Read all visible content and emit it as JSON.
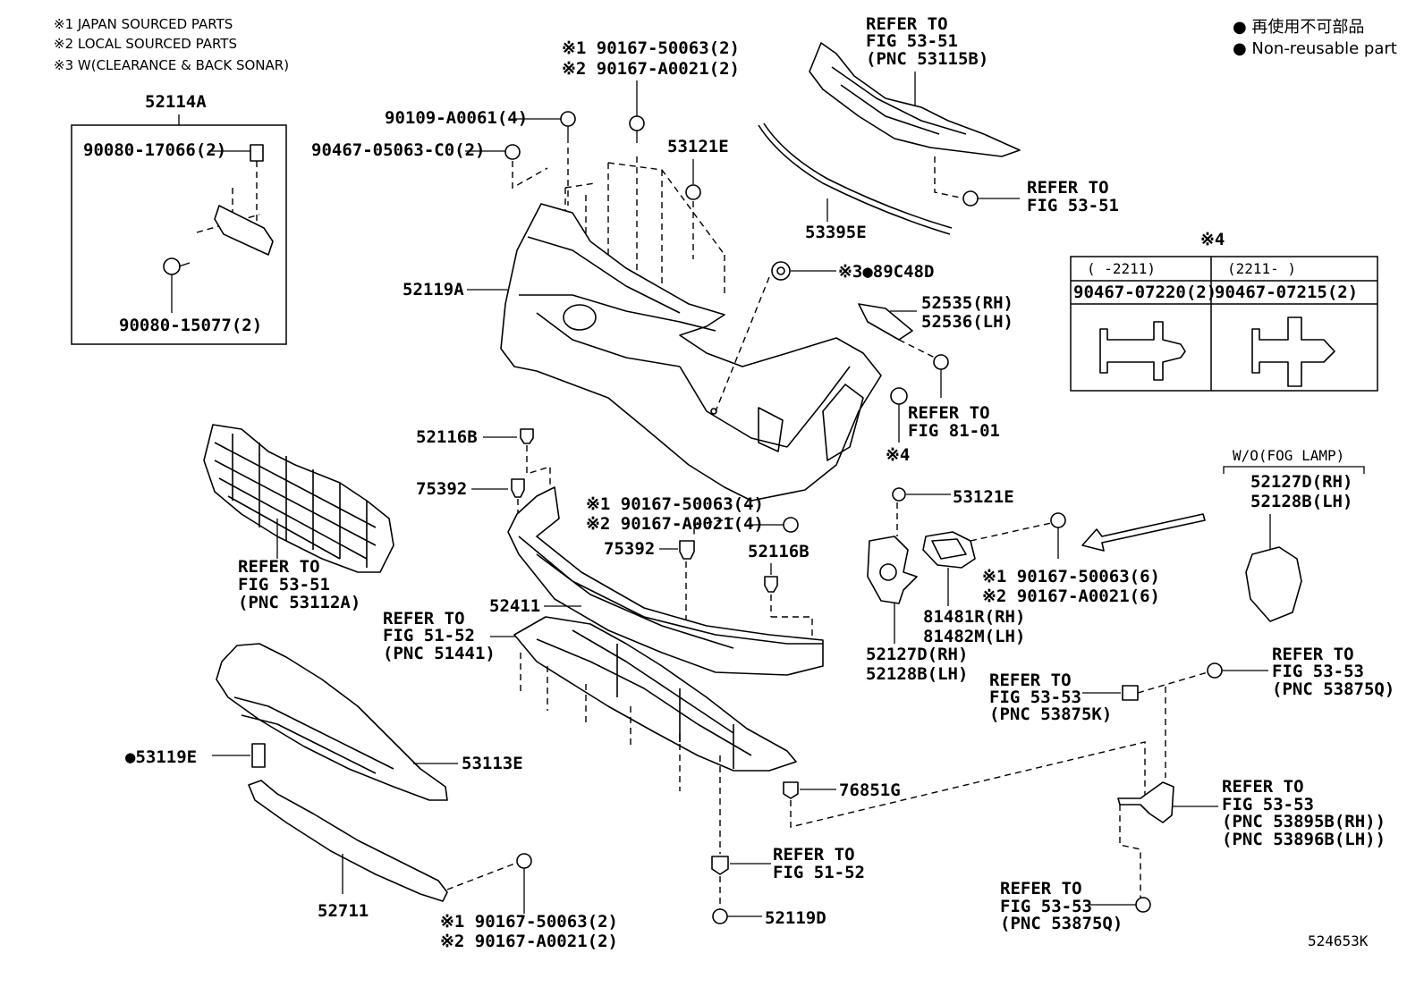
{
  "notes": {
    "japan": "※1 JAPAN SOURCED PARTS",
    "local": "※2 LOCAL SOURCED PARTS",
    "w": "※3 W(CLEARANCE & BACK SONAR)"
  },
  "legend": {
    "jp": "● 再使用不可部品",
    "en": "● Non-reusable part"
  },
  "inset_bracket": {
    "title": "52114A",
    "clip": "90080-17066(2)",
    "bolt": "90080-15077(2)"
  },
  "table4": {
    "mark": "※4",
    "col1_head": "(      -2211)",
    "col2_head": "(2211-      )",
    "col1_part": "90467-07220(2)",
    "col2_part": "90467-07215(2)"
  },
  "labels": {
    "l_90109": "90109-A0061(4)",
    "l_90467_05063": "90467-05063-C0(2)",
    "l_top1": "※1 90167-50063(2)",
    "l_top2": "※2 90167-A0021(2)",
    "l_53121E_top": "53121E",
    "l_52119A": "52119A",
    "l_ref5351_a": "REFER TO",
    "l_ref5351_b": "FIG 53-51",
    "l_ref5351_c": "(PNC 53115B)",
    "l_53395E": "53395E",
    "l_ref5351b_a": "REFER TO",
    "l_ref5351b_b": "FIG 53-51",
    "l_89C48D": "※3●89C48D",
    "l_52535": "52535(RH)",
    "l_52536": "52536(LH)",
    "l_ref8101_a": "REFER TO",
    "l_ref8101_b": "FIG 81-01",
    "l_x4": "※4",
    "l_52116B_a": "52116B",
    "l_75392_a": "75392",
    "l_mid1": "※1 90167-50063(4)",
    "l_mid2": "※2 90167-A0021(4)",
    "l_75392_b": "75392",
    "l_52116B_b": "52116B",
    "l_grille_a": "REFER TO",
    "l_grille_b": "FIG 53-51",
    "l_grille_c": "(PNC 53112A)",
    "l_52411": "52411",
    "l_ref5152_a": "REFER TO",
    "l_ref5152_b": "FIG 51-52",
    "l_ref5152_c": "(PNC 51441)",
    "l_53121E_mid": "53121E",
    "l_right1": "※1 90167-50063(6)",
    "l_right2": "※2 90167-A0021(6)",
    "l_81481R": "81481R(RH)",
    "l_81482M": "81482M(LH)",
    "l_52127D_a": "52127D(RH)",
    "l_52128B_a": "52128B(LH)",
    "l_wo_fog": "W/O(FOG LAMP)",
    "l_52127D_b": "52127D(RH)",
    "l_52128B_b": "52128B(LH)",
    "l_53119E": "●53119E",
    "l_53113E": "53113E",
    "l_76851G": "76851G",
    "l_ref5353k_a": "REFER TO",
    "l_ref5353k_b": "FIG 53-53",
    "l_ref5353k_c": "(PNC 53875K)",
    "l_ref5353q_a": "REFER TO",
    "l_ref5353q_b": "FIG 53-53",
    "l_ref5353q_c": "(PNC 53875Q)",
    "l_ref5353b_a": "REFER TO",
    "l_ref5353b_b": "FIG 53-53",
    "l_ref5353b_c": "(PNC 53895B(RH))",
    "l_ref5353b_d": "(PNC 53896B(LH))",
    "l_ref5152b_a": "REFER TO",
    "l_ref5152b_b": "FIG 51-52",
    "l_52119D": "52119D",
    "l_52711": "52711",
    "l_bot1": "※1 90167-50063(2)",
    "l_bot2": "※2 90167-A0021(2)",
    "l_ref5353q2_a": "REFER TO",
    "l_ref5353q2_b": "FIG 53-53",
    "l_ref5353q2_c": "(PNC 53875Q)",
    "l_code": "524653K"
  }
}
